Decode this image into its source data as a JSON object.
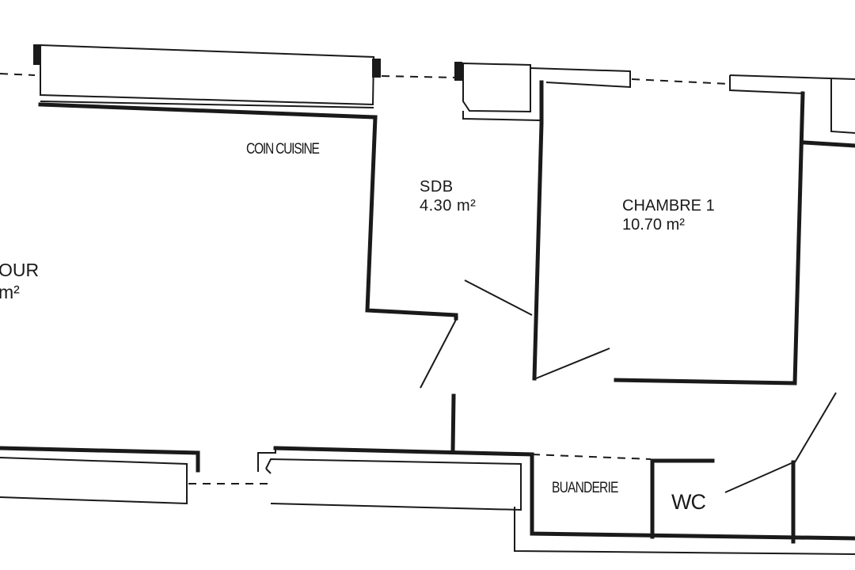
{
  "rooms": {
    "sejour": {
      "name": "OUR",
      "area": "m²"
    },
    "coin_cuisine": {
      "name": "COIN CUISINE"
    },
    "sdb": {
      "name": "SDB",
      "area": "4.30 m²"
    },
    "chambre1": {
      "name": "CHAMBRE 1",
      "area": "10.70 m²"
    },
    "buanderie": {
      "name": "BUANDERIE"
    },
    "wc": {
      "name": "WC"
    }
  }
}
